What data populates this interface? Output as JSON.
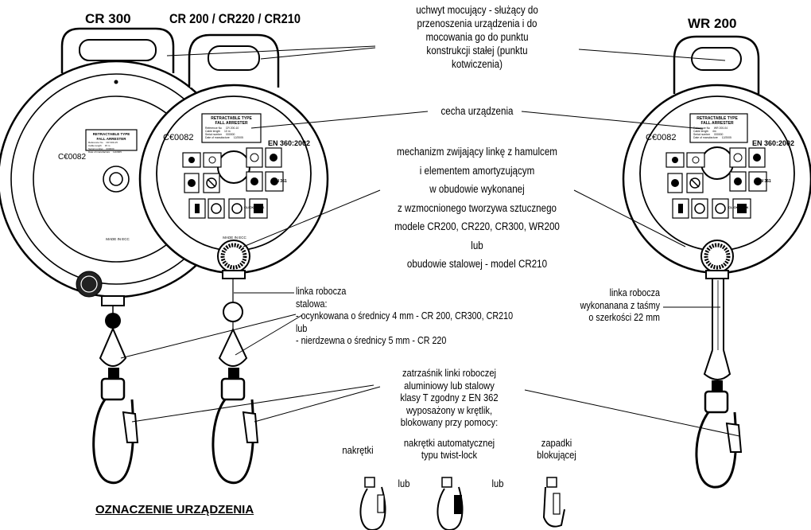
{
  "titles": {
    "cr300": "CR 300",
    "cr200_group": "CR 200 / CR220 / CR210",
    "wr200": "WR 200",
    "section": "OZNACZENIE URZĄDZENIA"
  },
  "captions": {
    "handle": [
      "uchwyt mocujący - służący do",
      "przenoszenia urządzenia i do",
      "mocowania go do punktu",
      "konstrukcji stałej (punktu",
      "kotwiczenia)"
    ],
    "marking": "cecha urządzenia",
    "mechanism": [
      "mechanizm zwijający linkę z hamulcem",
      "i elementem  amortyzującym",
      "w obudowie  wykonanej",
      "z wzmocnionego tworzywa sztucznego",
      "modele CR200, CR220, CR300, WR200",
      "lub",
      "obudowie stalowej - model CR210"
    ],
    "steel_line": [
      "linka robocza",
      "stalowa:",
      "- ocynkowana o średnicy 4 mm - CR 200, CR300, CR210",
      "lub",
      "- nierdzewna o średnicy 5 mm - CR 220"
    ],
    "webbing_line": [
      "linka robocza",
      "wykonanana z taśmy",
      "o szerkości 22 mm"
    ],
    "carabiner": [
      "zatrzaśnik linki roboczej",
      "aluminiowy lub stalowy",
      "klasy T zgodny z EN 362",
      "wyposażony w krętlik,",
      "blokowany przy pomocy:"
    ],
    "lock_nut": "nakrętki",
    "lock_twist": [
      "nakrętki automatycznej",
      "typu twist-lock"
    ],
    "lock_latch": [
      "zapadki",
      "blokującej"
    ],
    "or": "lub"
  },
  "label_plate": {
    "line1": "RETRACTABLE TYPE",
    "line2": "FALL ARRESTER",
    "rows": [
      "Reference No",
      "Cable length",
      "Serial number",
      "Date of manufacture"
    ],
    "cr200_values": [
      "CR 200-10",
      "10 m",
      "000000",
      "12/2005"
    ],
    "wr200_values": [
      "WR 200-04",
      "4m",
      "000000",
      "12/2005"
    ],
    "cr300_values": [
      "CR 300-15",
      "15 m",
      "000000",
      "12/2005"
    ],
    "ce": "C€0082",
    "standard": "EN 360:2002",
    "made_in": "MADE IN ECC",
    "click": "CLICK CLICK",
    "en361": "EN 361"
  }
}
